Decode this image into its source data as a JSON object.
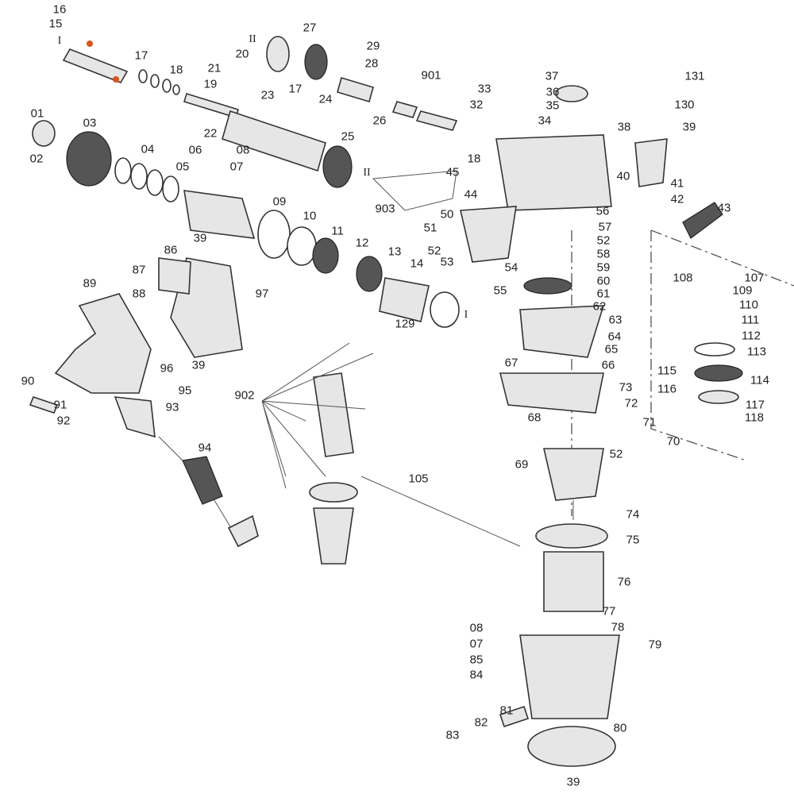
{
  "diagram": {
    "type": "exploded-parts-view",
    "part_labels": [
      "16",
      "15",
      "I",
      "17",
      "18",
      "21",
      "19",
      "27",
      "II",
      "20",
      "17",
      "24",
      "29",
      "28",
      "901",
      "33",
      "32",
      "26",
      "23",
      "22",
      "25",
      "II",
      "01",
      "02",
      "03",
      "04",
      "06",
      "08",
      "07",
      "05",
      "09",
      "10",
      "11",
      "12",
      "13",
      "14",
      "129",
      "I",
      "903",
      "45",
      "18",
      "44",
      "50",
      "51",
      "52",
      "53",
      "37",
      "36",
      "35",
      "34",
      "38",
      "39",
      "131",
      "130",
      "40",
      "41",
      "42",
      "43",
      "56",
      "57",
      "52",
      "58",
      "54",
      "59",
      "60",
      "55",
      "61",
      "62",
      "63",
      "64",
      "65",
      "66",
      "67",
      "107",
      "108",
      "109",
      "110",
      "111",
      "112",
      "113",
      "115",
      "116",
      "114",
      "117",
      "118",
      "73",
      "72",
      "71",
      "70",
      "52",
      "68",
      "69",
      "74",
      "75",
      "76",
      "77",
      "78",
      "79",
      "08",
      "07",
      "85",
      "84",
      "81",
      "82",
      "83",
      "80",
      "39",
      "86",
      "87",
      "88",
      "89",
      "97",
      "39",
      "96",
      "39",
      "95",
      "90",
      "91",
      "92",
      "93",
      "94",
      "902",
      "105"
    ],
    "accent_color": "#d9531e"
  }
}
